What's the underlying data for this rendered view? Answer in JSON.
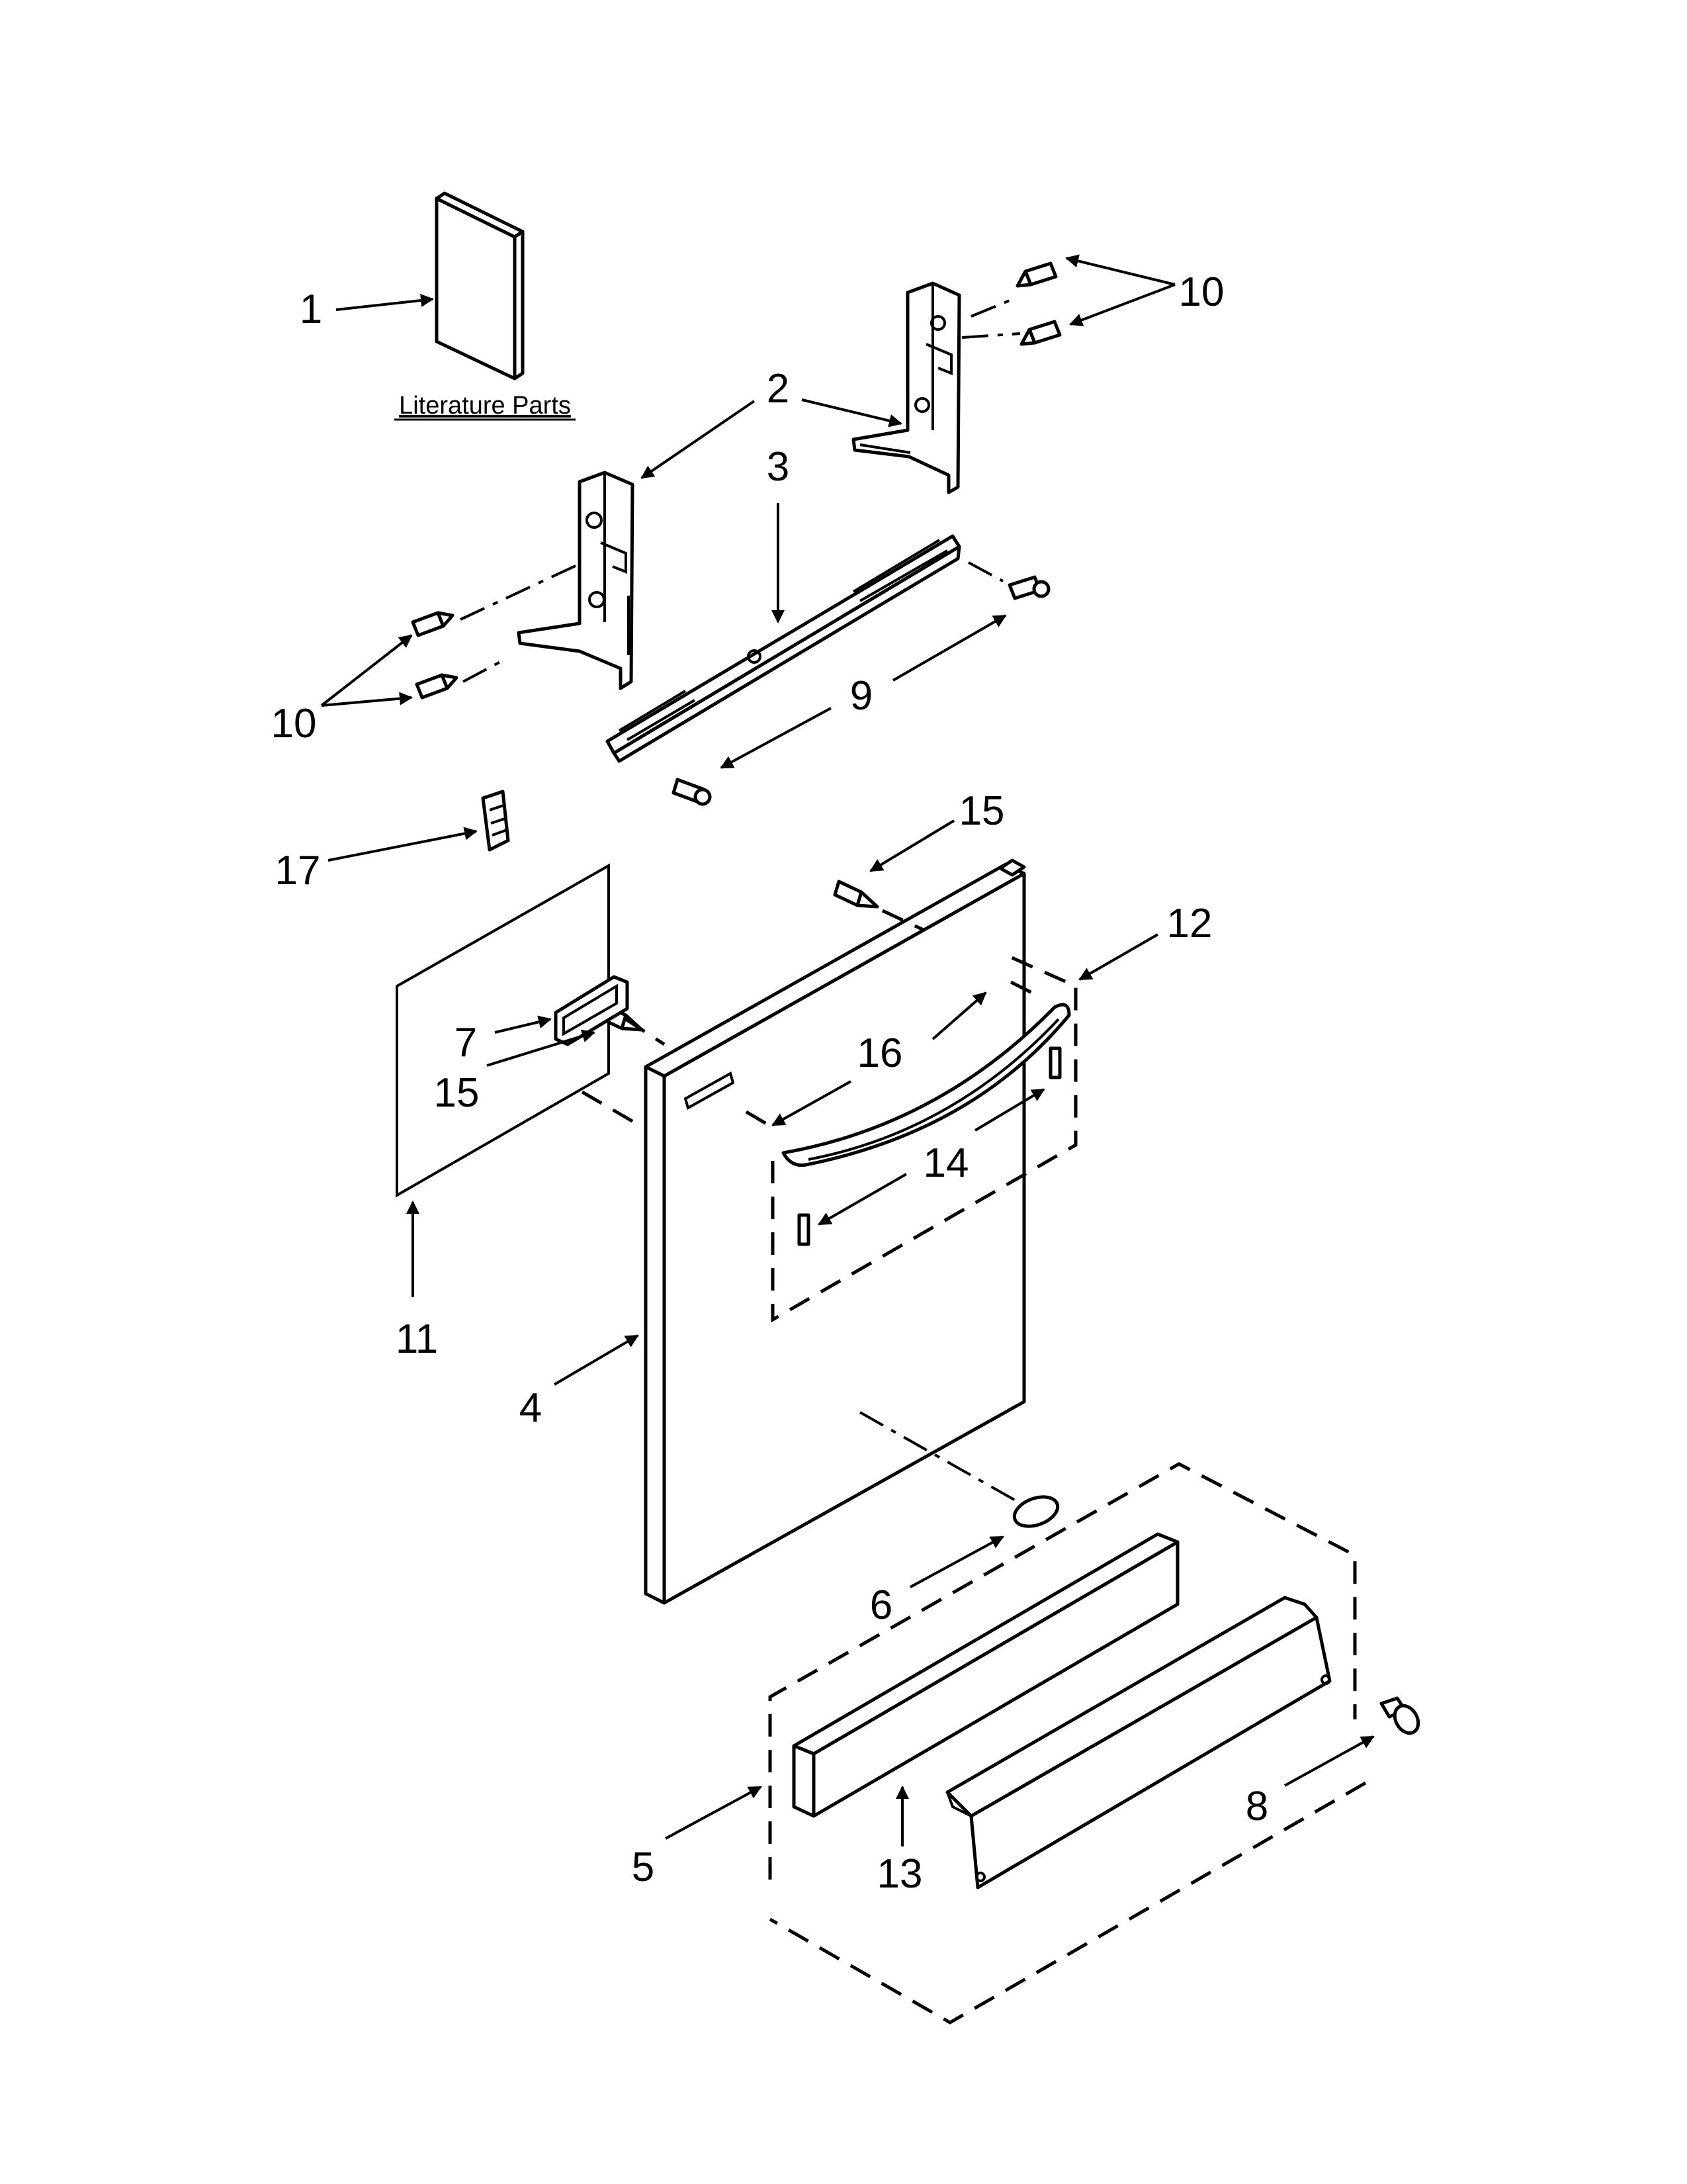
{
  "diagram": {
    "literature_label": "Literature Parts",
    "callouts": {
      "c1": "1",
      "c2": "2",
      "c3": "3",
      "c4": "4",
      "c5": "5",
      "c6": "6",
      "c7": "7",
      "c8": "8",
      "c9": "9",
      "c10a": "10",
      "c10b": "10",
      "c11": "11",
      "c12": "12",
      "c13": "13",
      "c14": "14",
      "c15a": "15",
      "c15b": "15",
      "c16": "16",
      "c17": "17"
    }
  }
}
